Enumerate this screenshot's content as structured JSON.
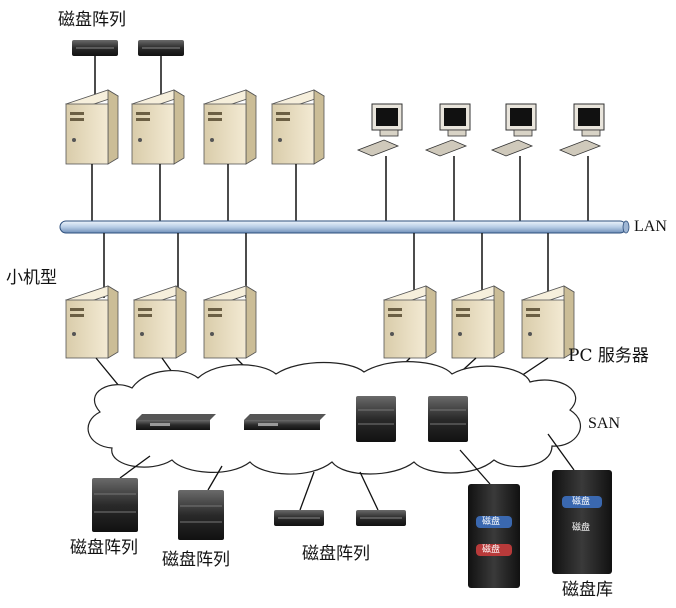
{
  "labels": {
    "top_disk_array": "磁盘阵列",
    "lan": "LAN",
    "minicomputer": "小机型",
    "pc_server": "PC 服务器",
    "san": "SAN",
    "disk_array_1": "磁盘阵列",
    "disk_array_2": "磁盘阵列",
    "disk_array_3": "磁盘阵列",
    "disk_library": "磁盘库"
  },
  "tape_text": {
    "disk_a": "磁盘",
    "disk_b": "磁盘",
    "disk_c": "磁盘",
    "disk_d": "磁盘"
  },
  "colors": {
    "lan_bus": "#c8d8ec",
    "server_case": "#e7dcc0",
    "disk_dark": "#2b2b2b",
    "disk_blue": "#3a68b0",
    "disk_red": "#b83a3a",
    "line": "#111111"
  }
}
